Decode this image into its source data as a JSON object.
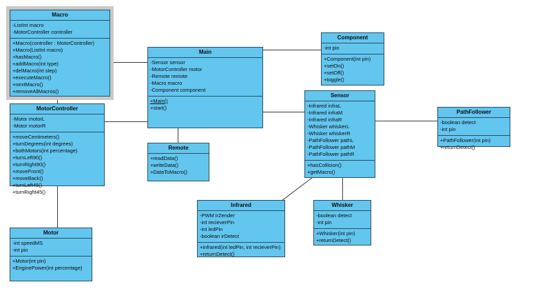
{
  "diagram": {
    "type": "uml-class-diagram",
    "background_color": "#ffffff",
    "class_fill_color": "#62c6ef",
    "class_border_color": "#2b4f63",
    "line_color": "#3b3b3b",
    "selection_color": "#c9c9c9"
  },
  "classes": {
    "macro": {
      "name": "Macro",
      "selected": true,
      "attributes": [
        "-ListInt macro",
        "-MotorController controller"
      ],
      "operations": [
        "+Macro(controller : MotorController)",
        "+Macro(ListInt macro)",
        "+hasMacro()",
        "+addMacro(int type)",
        "+delMacro(int step)",
        "+executeMacro()",
        "+nextMacro()",
        "+removeAllMacros()"
      ]
    },
    "motorcontroller": {
      "name": "MotorController",
      "selected": false,
      "attributes": [
        "-Motor motorL",
        "-Motor motorR"
      ],
      "operations": [
        "+moveCentimeters()",
        "+turnDegrees(int degrees)",
        "+bothMotors(int percentage)",
        "+turnLeft90()",
        "+turnRight90()",
        "+moveFront()",
        "+moveBack()",
        "+turnLeft45()",
        "+turnRight45()"
      ]
    },
    "motor": {
      "name": "Motor",
      "selected": false,
      "attributes": [
        "-int speedMS",
        "-int pin"
      ],
      "operations": [
        "+Motor(int pin)",
        "+EnginePower(int percentage)"
      ]
    },
    "main": {
      "name": "Main",
      "selected": false,
      "attributes": [
        "-Sensor sensor",
        "-MotorController motor",
        "-Remote remote",
        "-Macro macro",
        "-Component component"
      ],
      "operations": [
        "+Main()",
        "+start()"
      ],
      "static_operations": [
        "+Main()"
      ]
    },
    "remote": {
      "name": "Remote",
      "selected": false,
      "attributes": [],
      "operations": [
        "+readData()",
        "+writeData()",
        "+DataToMacro()"
      ]
    },
    "component": {
      "name": "Component",
      "selected": false,
      "attributes": [
        "-int pin"
      ],
      "operations": [
        "+Component(int pin)",
        "+setOn()",
        "+setOff()",
        "+toggle()"
      ]
    },
    "sensor": {
      "name": "Sensor",
      "selected": false,
      "attributes": [
        "-Infrared infraL",
        "-Infrared infraM",
        "-Infrared infraR",
        "-Whisker whiskerL",
        "-Whisker whiskerR",
        "-PathFollower pathL",
        "-PathFollower pathM",
        "-PathFollower pathR"
      ],
      "operations": [
        "+hasCollision()",
        "+getMacro()"
      ]
    },
    "pathfollower": {
      "name": "PathFollower",
      "selected": false,
      "attributes": [
        "-boolean detect",
        "-int pin"
      ],
      "operations": [
        "+PathFollower(int pin)",
        "+returnDetect()"
      ]
    },
    "infrared": {
      "name": "Infrared",
      "selected": false,
      "attributes": [
        "-PWM irZender",
        "-int recieverPin",
        "-int ledPin",
        "-boolean irDetect"
      ],
      "operations": [
        "+infrared(int ledPin, int recieverPin)",
        "+returnDetect()"
      ]
    },
    "whisker": {
      "name": "Whisker",
      "selected": false,
      "attributes": [
        "-boolean detect",
        "-int pin"
      ],
      "operations": [
        "+Whisker(int pin)",
        "+returnDetect()"
      ]
    }
  }
}
